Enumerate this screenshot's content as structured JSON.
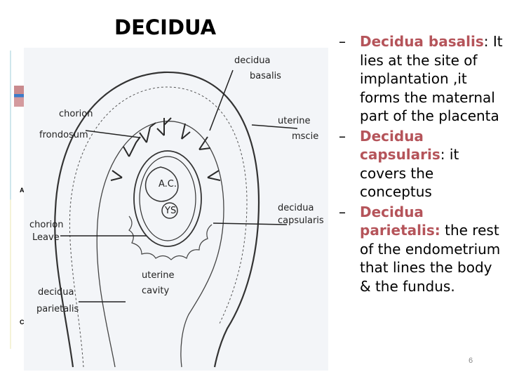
{
  "slide": {
    "title": "DECIDUA",
    "page_number": "6",
    "accent_color": "#b5545a"
  },
  "left_strip": {
    "letters": [
      "A",
      "C"
    ]
  },
  "figure": {
    "labels": {
      "decidua_basalis": [
        "decidua",
        "basalis"
      ],
      "chorion_frondosum": [
        "chorion",
        "frondosum"
      ],
      "uterine_muscle": [
        "uterine",
        "mscie"
      ],
      "amniotic_cavity": "A.C.",
      "yolk_sac": "YS",
      "decidua_capsularis": [
        "decidua",
        "capsularis"
      ],
      "chorion_leave": [
        "chorion",
        "Leave"
      ],
      "uterine_cavity": [
        "uterine",
        "cavity"
      ],
      "decidua_parietalis": [
        "decidua",
        "parietalis"
      ]
    }
  },
  "bullets": [
    {
      "dash": "–",
      "term": "Decidua basalis",
      "sep": ": ",
      "text": "It lies at the site of implantation ,it forms the maternal part of the placenta"
    },
    {
      "dash": "–",
      "term": "Decidua capsularis",
      "sep": ": ",
      "text": "it covers the conceptus"
    },
    {
      "dash": "–",
      "term": "Decidua parietalis:",
      "sep": " ",
      "text": "the rest of the endometrium that lines the body & the fundus."
    }
  ]
}
